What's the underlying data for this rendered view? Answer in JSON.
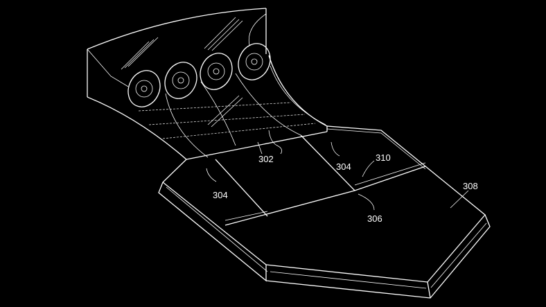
{
  "figure": {
    "labels": {
      "center_channel": "302",
      "side_guide_left": "304",
      "side_guide_right": "304",
      "strip": "310",
      "platform": "308",
      "divider": "306"
    },
    "colors": {
      "background": "#000000",
      "lines": "#ffffff"
    }
  }
}
